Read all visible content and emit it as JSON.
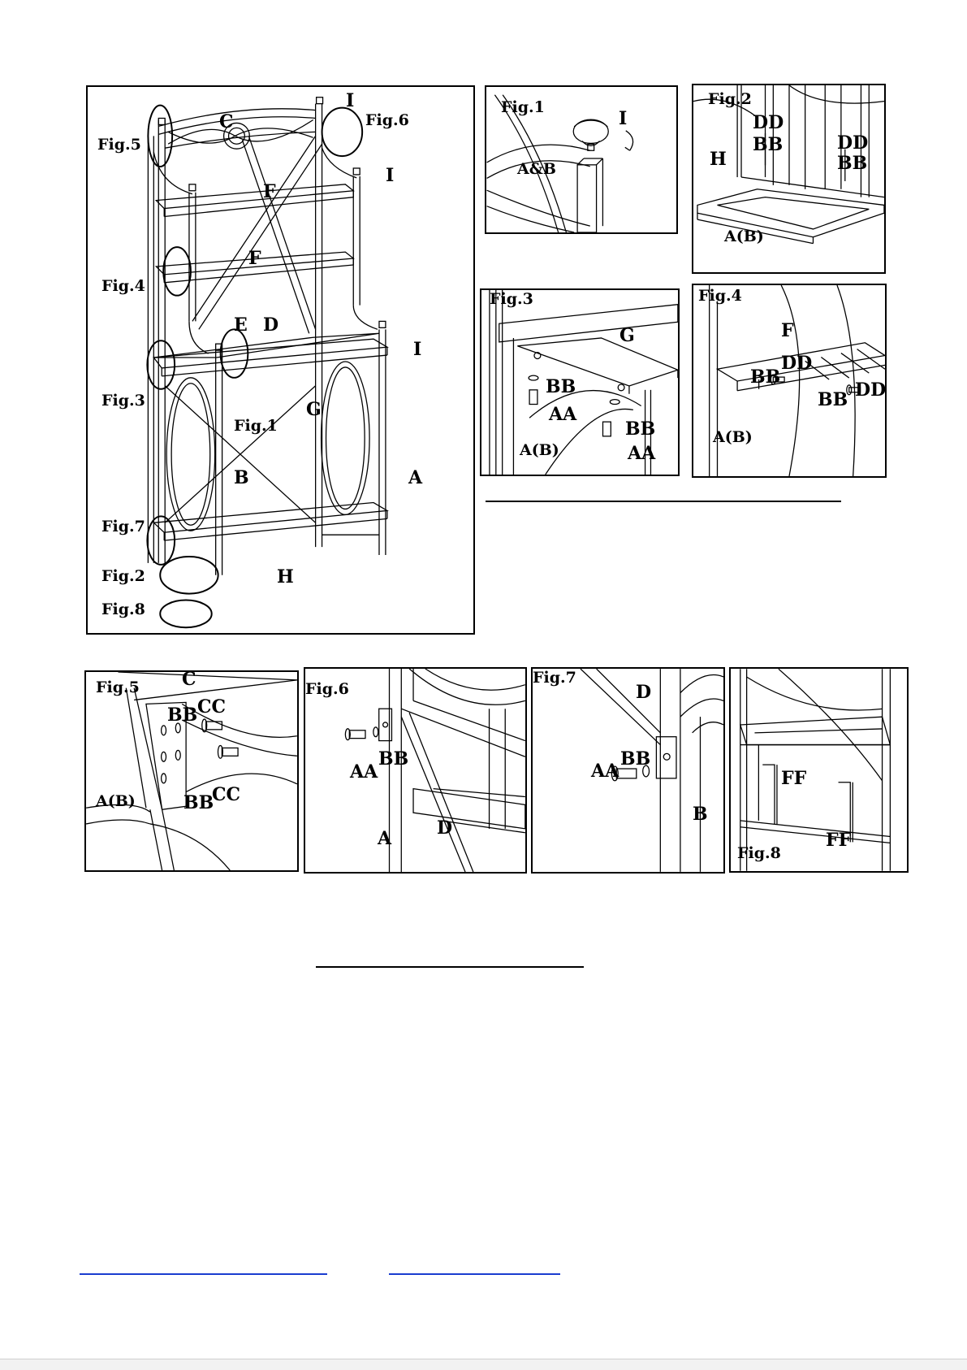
{
  "main_view": {
    "labels": {
      "c": "C",
      "i1": "I",
      "i2": "I",
      "i3": "I",
      "fig6": "Fig.6",
      "fig5": "Fig.5",
      "f1": "F",
      "fig4": "Fig.4",
      "f2": "F",
      "e": "E",
      "d": "D",
      "fig3": "Fig.3",
      "g": "G",
      "fig1": "Fig.1",
      "b": "B",
      "a": "A",
      "fig7": "Fig.7",
      "fig2": "Fig.2",
      "h": "H",
      "fig8": "Fig.8"
    }
  },
  "fig1": {
    "title": "Fig.1",
    "i": "I",
    "ab": "A&B"
  },
  "fig2": {
    "title": "Fig.2",
    "dd1": "DD",
    "bb1": "BB",
    "dd2": "DD",
    "bb2": "BB",
    "h": "H",
    "ab": "A(B)"
  },
  "fig3": {
    "title": "Fig.3",
    "g": "G",
    "bb1": "BB",
    "aa1": "AA",
    "bb2": "BB",
    "aa2": "AA",
    "ab": "A(B)"
  },
  "fig4": {
    "title": "Fig.4",
    "f": "F",
    "dd1": "DD",
    "bb1": "BB",
    "bb2": "BB",
    "dd2": "DD",
    "ab": "A(B)"
  },
  "fig5": {
    "title": "Fig.5",
    "c": "C",
    "bb1": "BB",
    "cc1": "CC",
    "ab": "A(B)",
    "bb2": "BB",
    "cc2": "CC"
  },
  "fig6": {
    "title": "Fig.6",
    "bb": "BB",
    "aa": "AA",
    "a": "A",
    "d": "D"
  },
  "fig7": {
    "title": "Fig.7",
    "d": "D",
    "bb": "BB",
    "aa": "AA",
    "b": "B"
  },
  "fig8": {
    "title": "Fig.8",
    "ff1": "FF",
    "ff2": "FF"
  }
}
